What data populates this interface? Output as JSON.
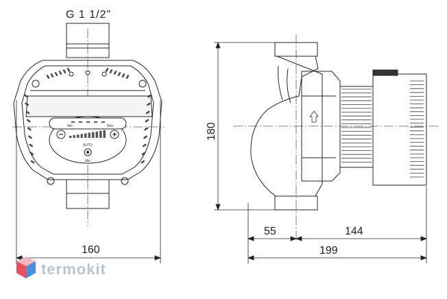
{
  "drawing": {
    "thread_label": "G 1 1/2\"",
    "dimensions": {
      "width_front": "160",
      "height": "180",
      "depth_left": "55",
      "depth_right": "144",
      "depth_total": "199"
    },
    "panel": {
      "label_min": "Min",
      "label_max": "Max",
      "label_auto": "AUTO",
      "label_mode": "Min"
    }
  },
  "brand": {
    "logo_text": "termokit",
    "colors": {
      "cube_red": "#e8505b",
      "cube_blue": "#4a90d9",
      "cube_pink": "#f2b8bd",
      "text": "#b9c4cf"
    }
  },
  "colors": {
    "line": "#222222",
    "center_line": "#555555",
    "fill_dark": "#333333"
  }
}
